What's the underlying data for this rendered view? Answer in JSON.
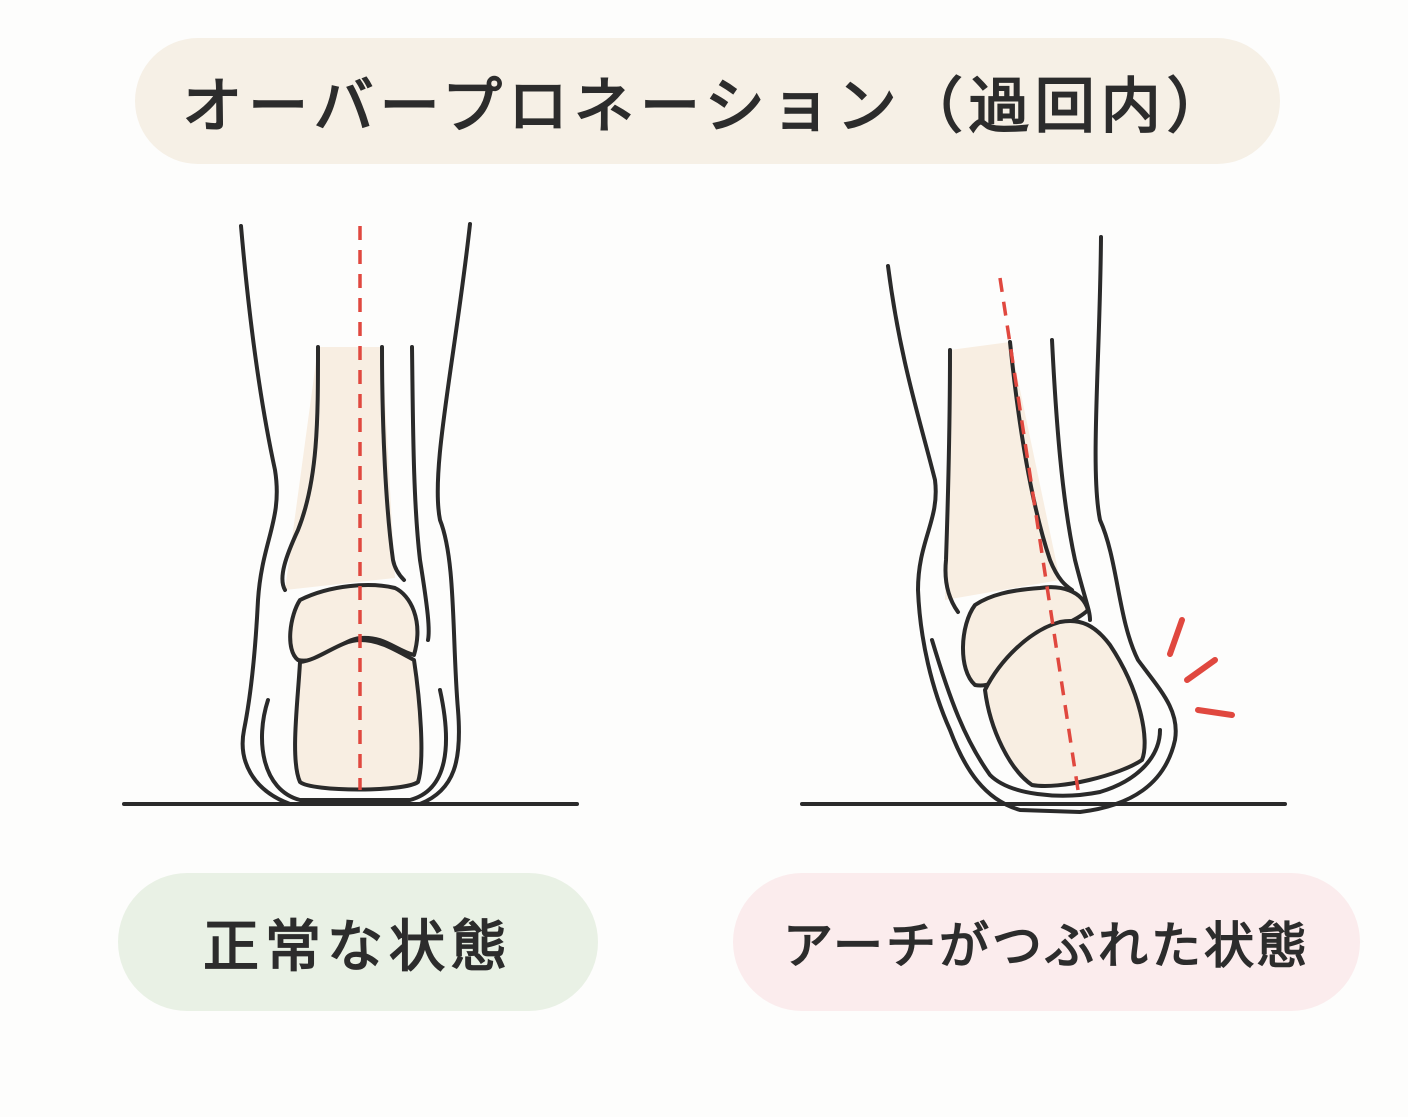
{
  "title": "オーバープロネーション（過回内）",
  "panels": {
    "normal": {
      "label": "正常な状態"
    },
    "collapsed": {
      "label": "アーチがつぶれた状態"
    }
  },
  "colors": {
    "background": "#fdfdfc",
    "outline": "#2a2a2a",
    "bone_fill": "#f8eee2",
    "axis_line": "#e0483f",
    "title_bg": "#f6f0e6",
    "normal_bg": "#e9f1e5",
    "collapsed_bg": "#fbeced"
  }
}
